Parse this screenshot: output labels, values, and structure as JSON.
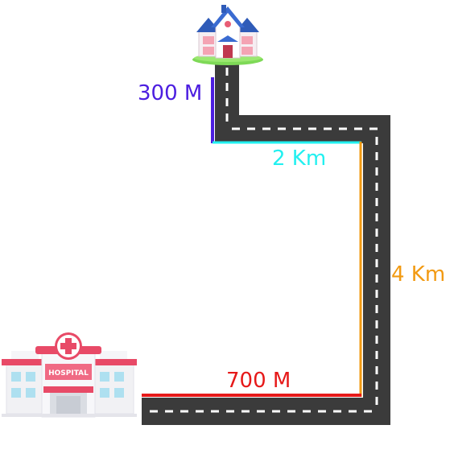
{
  "labels": {
    "seg1": "300 M",
    "seg2": "2 Km",
    "seg3": "4 Km",
    "seg4": "700 M"
  },
  "hospital_sign": "HOSPITAL",
  "colors": {
    "seg1": "#4c1ee0",
    "seg2": "#22f0f0",
    "seg3": "#f29a12",
    "seg4": "#e61919",
    "road": "#3b3b3b",
    "road_dash": "#ffffff",
    "house_roof": "#2f5bb8",
    "hospital_accent": "#e84a67"
  }
}
